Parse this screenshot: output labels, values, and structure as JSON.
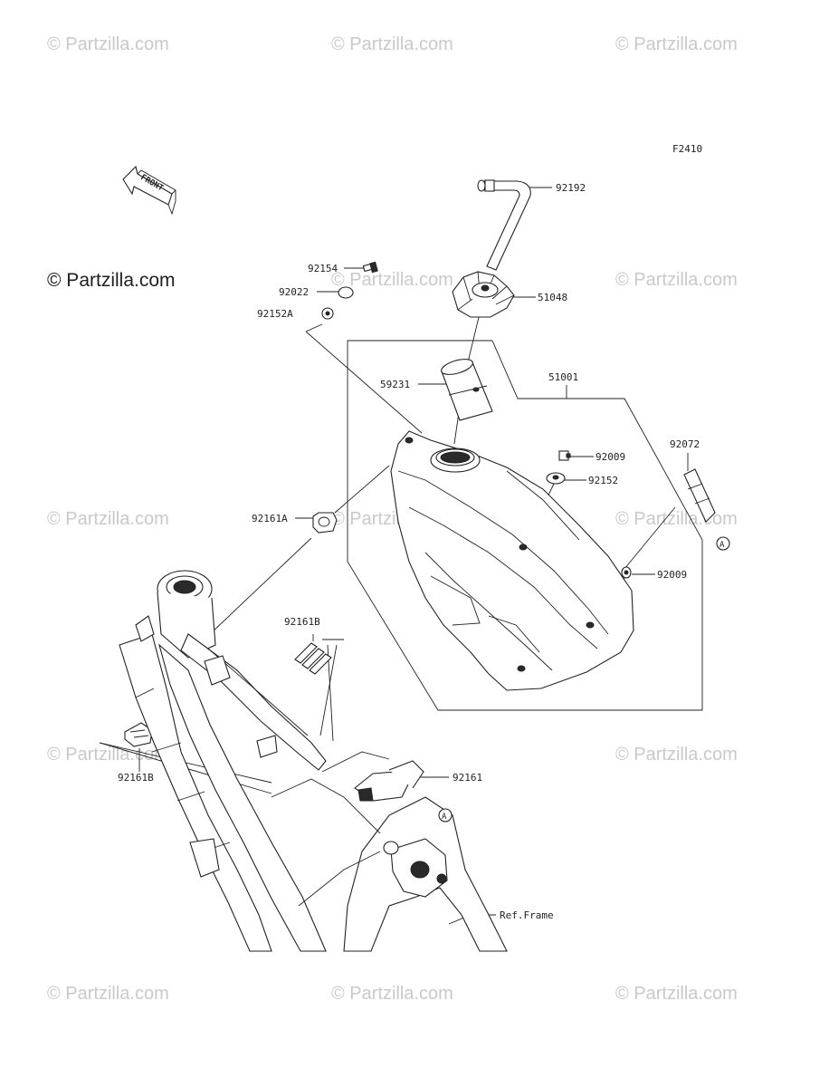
{
  "watermarks": [
    "© Partzilla.com",
    "© Partzilla.com",
    "© Partzilla.com",
    "© Partzilla.com",
    "© Partzilla.com",
    "© Partzilla.com",
    "© Partzilla.com",
    "© Partzilla.com",
    "© Partzilla.com",
    "© Partzilla.com",
    "© Partzilla.com",
    "© Partzilla.com",
    "© Partzilla.com"
  ],
  "logo_text": "© Partzilla.com",
  "figure_code": "F2410",
  "front_indicator": "FRONT",
  "reference_marker": "A",
  "parts": {
    "p92192": "92192",
    "p92154": "92154",
    "p92022": "92022",
    "p92152A": "92152A",
    "p51048": "51048",
    "p59231": "59231",
    "p51001": "51001",
    "p92009a": "92009",
    "p92152": "92152",
    "p92072": "92072",
    "p92161A": "92161A",
    "p92009b": "92009",
    "p92161B_top": "92161B",
    "p92161B_left": "92161B",
    "p92161": "92161",
    "ref_frame": "Ref.Frame"
  }
}
